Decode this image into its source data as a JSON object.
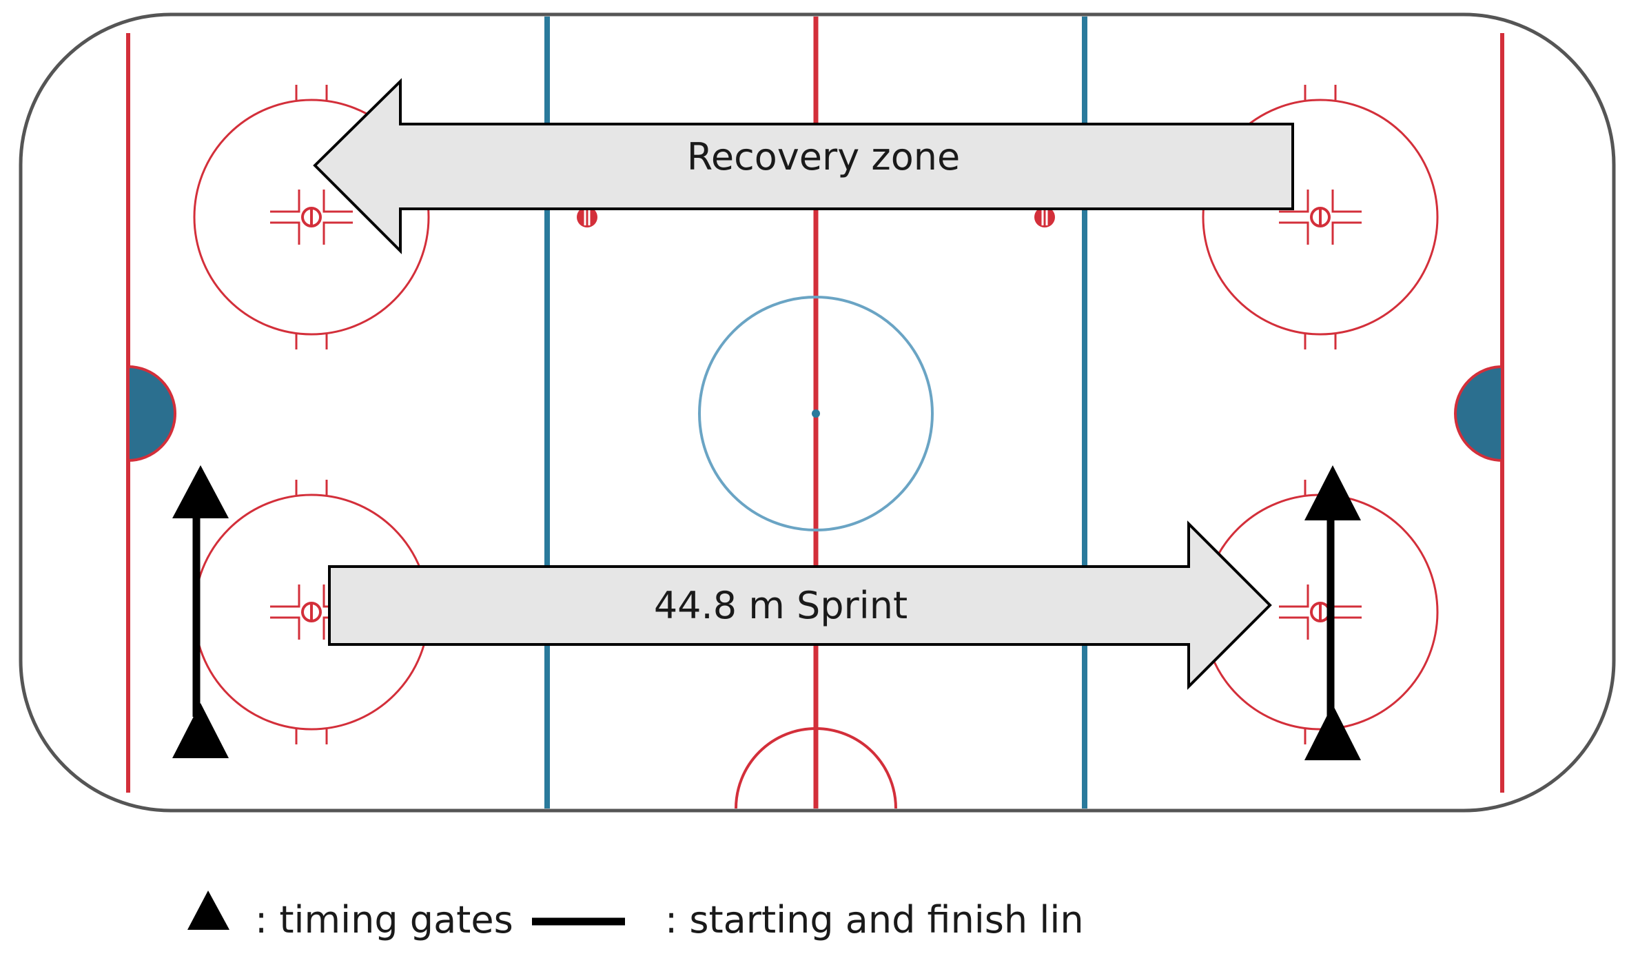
{
  "arrows": {
    "recovery_label": "Recovery zone",
    "sprint_label": "44.8 m Sprint"
  },
  "legend": {
    "gates_label": ": timing gates",
    "line_label": ": starting and finish lin"
  },
  "colors": {
    "red_line": "#d32f3a",
    "blue_line": "#2a7a9c",
    "center_circle": "#6aa4c4",
    "crease": "#2b6f8f",
    "arrow_fill": "#e6e6e6",
    "board": "#555555",
    "marker": "#000000"
  },
  "icons": {
    "gate": "triangle-up-icon",
    "line": "line-segment-icon"
  }
}
